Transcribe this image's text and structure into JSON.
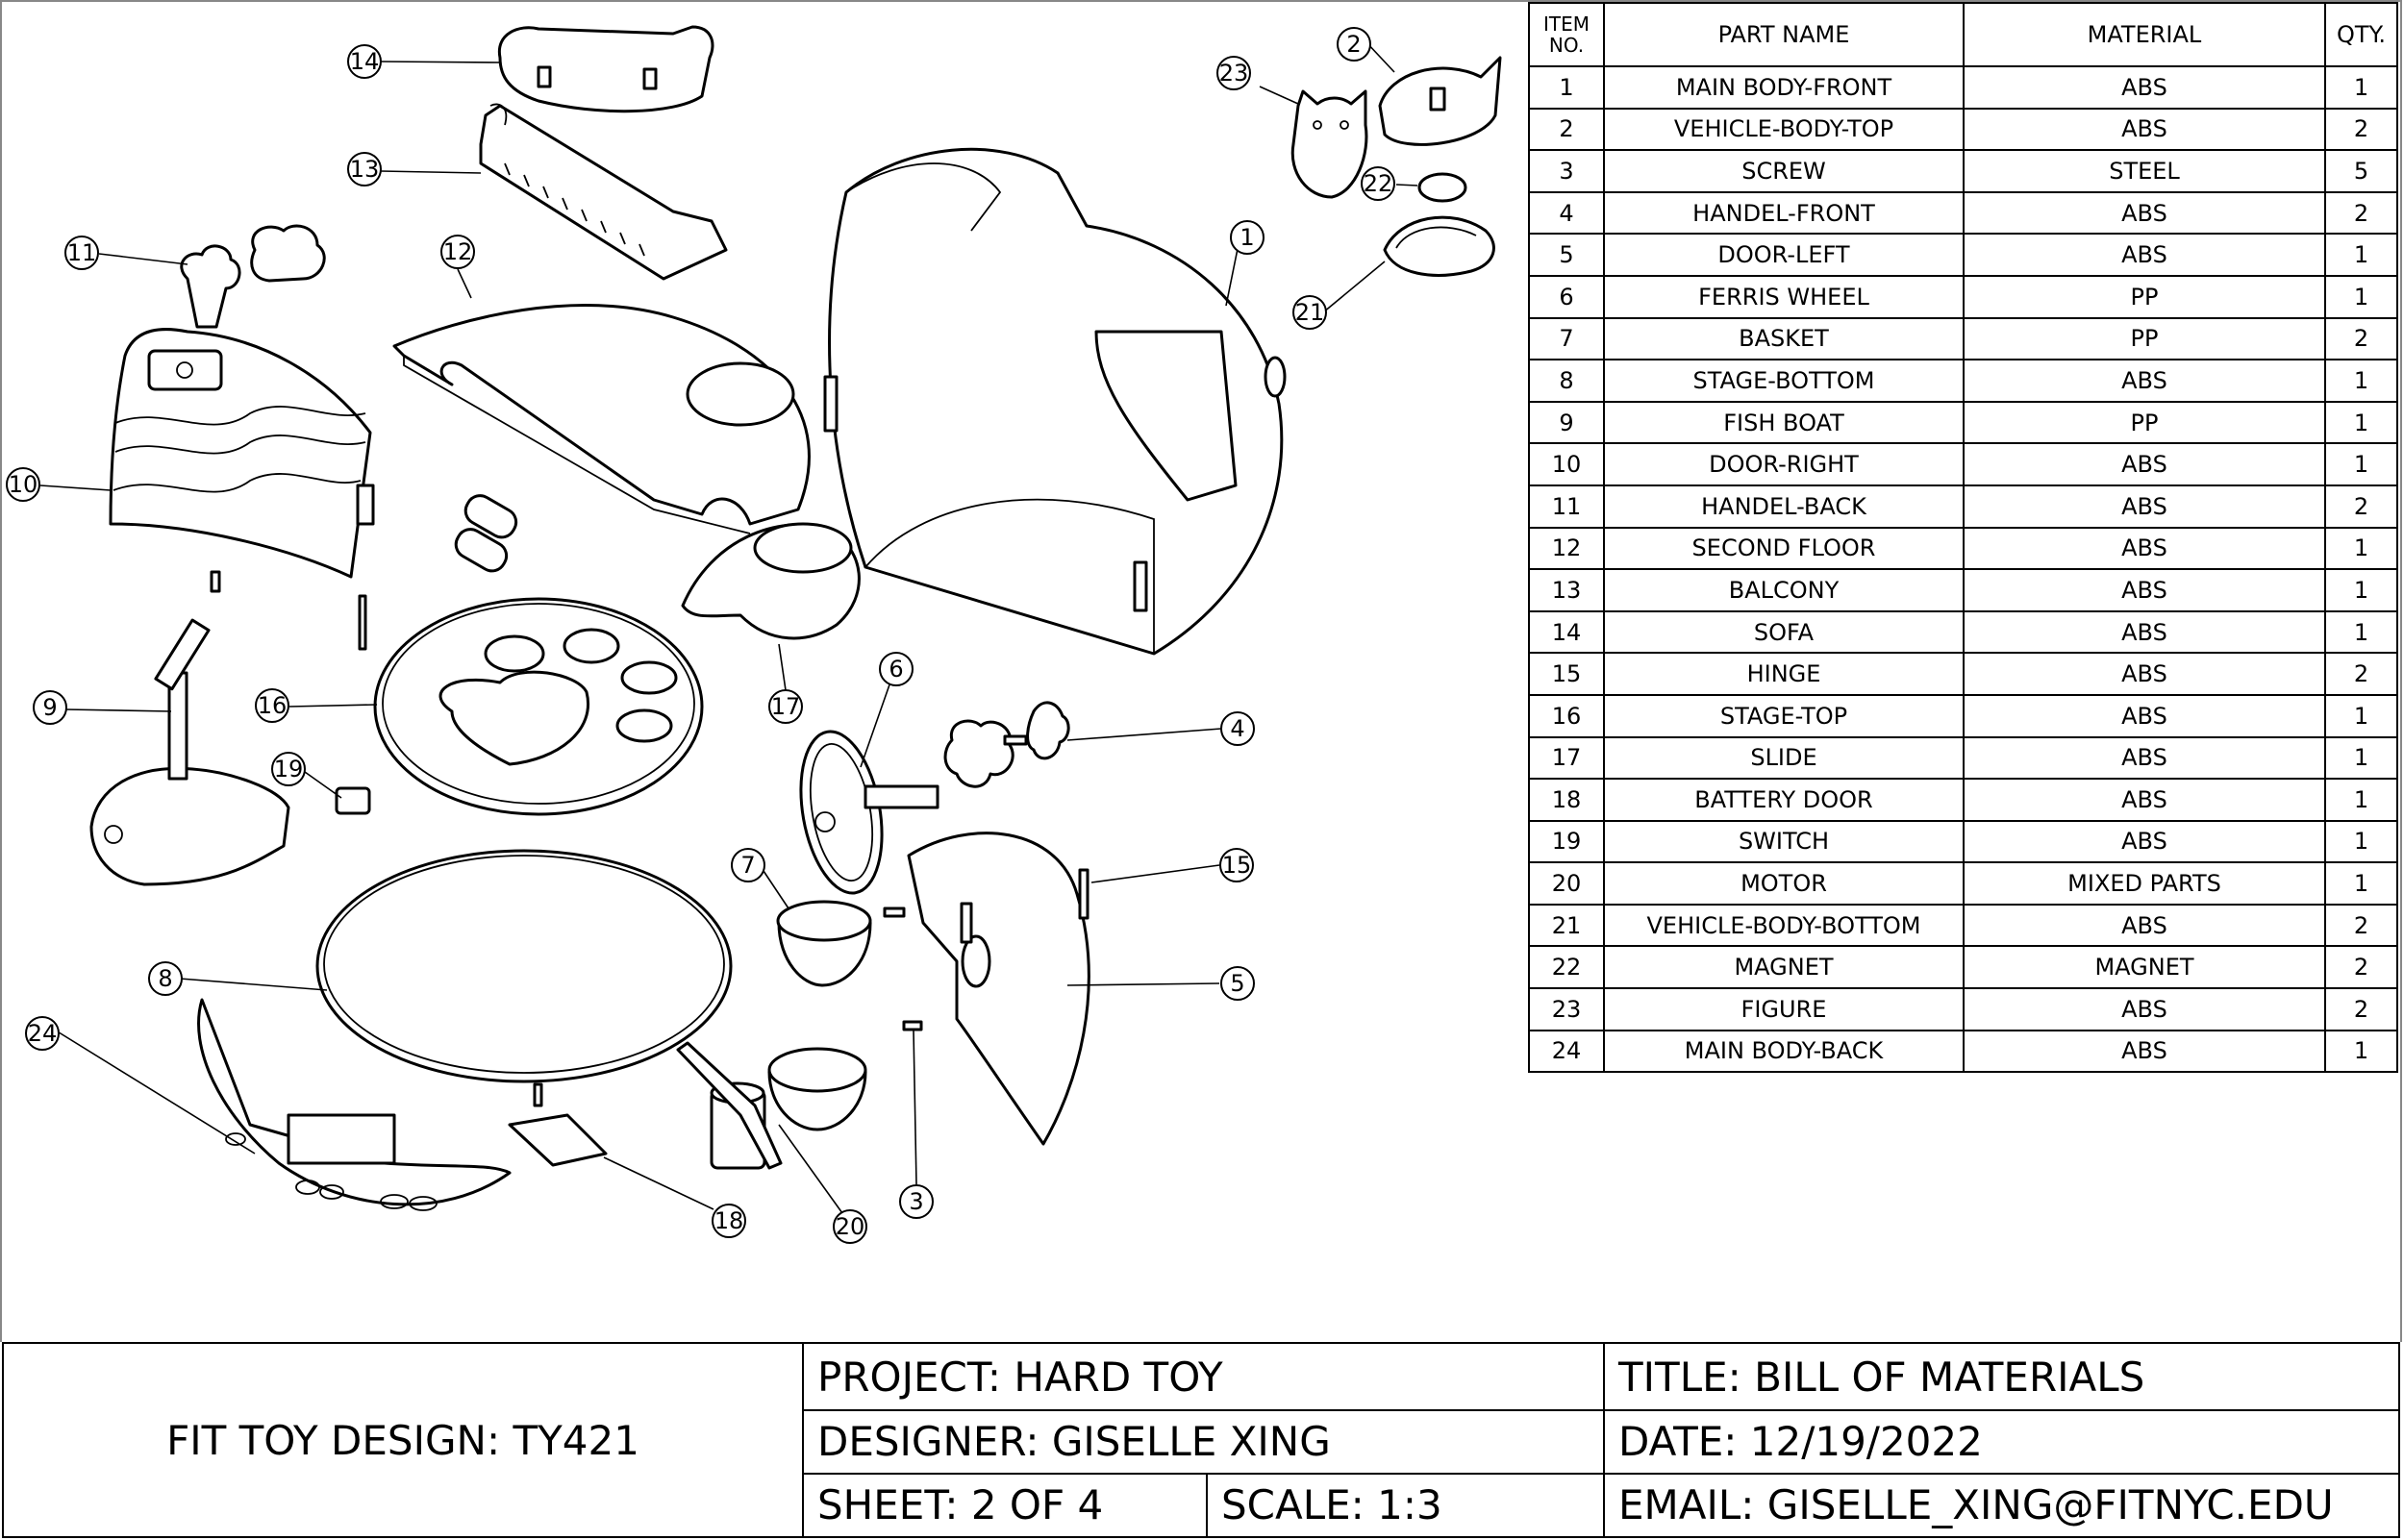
{
  "bom": {
    "headers": {
      "item": "ITEM NO.",
      "part": "PART NAME",
      "material": "MATERIAL",
      "qty": "QTY."
    },
    "rows": [
      {
        "item": "1",
        "part": "MAIN BODY-FRONT",
        "material": "ABS",
        "qty": "1"
      },
      {
        "item": "2",
        "part": "VEHICLE-BODY-TOP",
        "material": "ABS",
        "qty": "2"
      },
      {
        "item": "3",
        "part": "SCREW",
        "material": "STEEL",
        "qty": "5"
      },
      {
        "item": "4",
        "part": "HANDEL-FRONT",
        "material": "ABS",
        "qty": "2"
      },
      {
        "item": "5",
        "part": "DOOR-LEFT",
        "material": "ABS",
        "qty": "1"
      },
      {
        "item": "6",
        "part": "FERRIS WHEEL",
        "material": "PP",
        "qty": "1"
      },
      {
        "item": "7",
        "part": "BASKET",
        "material": "PP",
        "qty": "2"
      },
      {
        "item": "8",
        "part": "STAGE-BOTTOM",
        "material": "ABS",
        "qty": "1"
      },
      {
        "item": "9",
        "part": "FISH BOAT",
        "material": "PP",
        "qty": "1"
      },
      {
        "item": "10",
        "part": "DOOR-RIGHT",
        "material": "ABS",
        "qty": "1"
      },
      {
        "item": "11",
        "part": "HANDEL-BACK",
        "material": "ABS",
        "qty": "2"
      },
      {
        "item": "12",
        "part": "SECOND FLOOR",
        "material": "ABS",
        "qty": "1"
      },
      {
        "item": "13",
        "part": "BALCONY",
        "material": "ABS",
        "qty": "1"
      },
      {
        "item": "14",
        "part": "SOFA",
        "material": "ABS",
        "qty": "1"
      },
      {
        "item": "15",
        "part": "HINGE",
        "material": "ABS",
        "qty": "2"
      },
      {
        "item": "16",
        "part": "STAGE-TOP",
        "material": "ABS",
        "qty": "1"
      },
      {
        "item": "17",
        "part": "SLIDE",
        "material": "ABS",
        "qty": "1"
      },
      {
        "item": "18",
        "part": "BATTERY DOOR",
        "material": "ABS",
        "qty": "1"
      },
      {
        "item": "19",
        "part": "SWITCH",
        "material": "ABS",
        "qty": "1"
      },
      {
        "item": "20",
        "part": "MOTOR",
        "material": "MIXED PARTS",
        "qty": "1"
      },
      {
        "item": "21",
        "part": "VEHICLE-BODY-BOTTOM",
        "material": "ABS",
        "qty": "2"
      },
      {
        "item": "22",
        "part": "MAGNET",
        "material": "MAGNET",
        "qty": "2"
      },
      {
        "item": "23",
        "part": "FIGURE",
        "material": "ABS",
        "qty": "2"
      },
      {
        "item": "24",
        "part": "MAIN BODY-BACK",
        "material": "ABS",
        "qty": "1"
      }
    ]
  },
  "balloons": [
    "1",
    "2",
    "3",
    "4",
    "5",
    "6",
    "7",
    "8",
    "9",
    "10",
    "11",
    "12",
    "13",
    "14",
    "15",
    "16",
    "17",
    "18",
    "19",
    "20",
    "21",
    "22",
    "23",
    "24"
  ],
  "title_block": {
    "company": "FIT TOY DESIGN: TY421",
    "project": "PROJECT: HARD TOY",
    "designer": "DESIGNER: GISELLE XING",
    "sheet": "SHEET: 2 OF 4",
    "scale": "SCALE: 1:3",
    "title": "TITLE: BILL OF MATERIALS",
    "date": "DATE: 12/19/2022",
    "email": "EMAIL: GISELLE_XING@FITNYC.EDU"
  }
}
